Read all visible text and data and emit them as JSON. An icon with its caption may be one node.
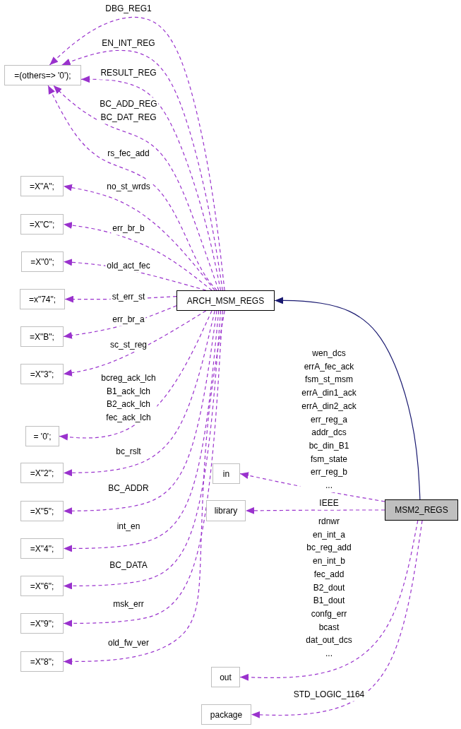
{
  "diagram": {
    "nodes": [
      {
        "text": [
          "=(others=> '0');"
        ]
      },
      {
        "text": [
          "=X\"A\";"
        ]
      },
      {
        "text": [
          "=X\"C\";"
        ]
      },
      {
        "text": [
          "=X\"0\";"
        ]
      },
      {
        "text": [
          "=x\"74\";"
        ]
      },
      {
        "text": [
          "=X\"B\";"
        ]
      },
      {
        "text": [
          "=X\"3\";"
        ]
      },
      {
        "text": [
          "= '0';"
        ]
      },
      {
        "text": [
          "=X\"2\";"
        ]
      },
      {
        "text": [
          "=X\"5\";"
        ]
      },
      {
        "text": [
          "=X\"4\";"
        ]
      },
      {
        "text": [
          "=X\"6\";"
        ]
      },
      {
        "text": [
          "=X\"9\";"
        ]
      },
      {
        "text": [
          "=X\"8\";"
        ]
      },
      {
        "text": [
          "ARCH_MSM_REGS"
        ]
      },
      {
        "text": [
          "in"
        ]
      },
      {
        "text": [
          "library"
        ]
      },
      {
        "text": [
          "MSM2_REGS"
        ]
      },
      {
        "text": [
          "out"
        ]
      },
      {
        "text": [
          "package"
        ]
      }
    ],
    "edges": [
      {
        "from": 14,
        "to": 0,
        "arrow": "to",
        "label": "DBG_REG1",
        "style": "dashed"
      },
      {
        "from": 14,
        "to": 0,
        "arrow": "to",
        "label": "EN_INT_REG",
        "style": "dashed"
      },
      {
        "from": 14,
        "to": 0,
        "arrow": "to",
        "label": "RESULT_REG",
        "style": "dashed"
      },
      {
        "from": 14,
        "to": 0,
        "arrow": "to",
        "label": "BC_ADD_REG BC_DAT_REG",
        "style": "dashed"
      },
      {
        "from": 14,
        "to": 0,
        "arrow": "to",
        "label": "rs_fec_add",
        "style": "dashed"
      },
      {
        "from": 14,
        "to": 1,
        "arrow": "to",
        "label": "no_st_wrds",
        "style": "dashed"
      },
      {
        "from": 14,
        "to": 2,
        "arrow": "to",
        "label": "err_br_b",
        "style": "dashed"
      },
      {
        "from": 14,
        "to": 3,
        "arrow": "to",
        "label": "old_act_fec",
        "style": "dashed"
      },
      {
        "from": 14,
        "to": 4,
        "arrow": "to",
        "label": "st_err_st",
        "style": "dashed"
      },
      {
        "from": 14,
        "to": 5,
        "arrow": "to",
        "label": "err_br_a",
        "style": "dashed"
      },
      {
        "from": 14,
        "to": 6,
        "arrow": "to",
        "label": "sc_st_reg",
        "style": "dashed"
      },
      {
        "from": 14,
        "to": 7,
        "arrow": "to",
        "label": "bcreg_ack_lch B1_ack_lch B2_ack_lch fec_ack_lch",
        "style": "dashed"
      },
      {
        "from": 14,
        "to": 8,
        "arrow": "to",
        "label": "bc_rslt",
        "style": "dashed"
      },
      {
        "from": 14,
        "to": 9,
        "arrow": "to",
        "label": "BC_ADDR",
        "style": "dashed"
      },
      {
        "from": 14,
        "to": 10,
        "arrow": "to",
        "label": "int_en",
        "style": "dashed"
      },
      {
        "from": 14,
        "to": 11,
        "arrow": "to",
        "label": "BC_DATA",
        "style": "dashed"
      },
      {
        "from": 14,
        "to": 12,
        "arrow": "to",
        "label": "msk_err",
        "style": "dashed"
      },
      {
        "from": 14,
        "to": 13,
        "arrow": "to",
        "label": "old_fw_ver",
        "style": "dashed"
      },
      {
        "from": 17,
        "to": 14,
        "arrow": "to",
        "color": "#191970"
      },
      {
        "from": 17,
        "to": 15,
        "arrow": "to",
        "label": "wen_dcs errA_fec_ack fsm_st_msm errA_din1_ack errA_din2_ack err_reg_a addr_dcs bc_din_B1 fsm_state err_reg_b ...",
        "style": "dashed"
      },
      {
        "from": 17,
        "to": 16,
        "arrow": "to",
        "label": "IEEE",
        "style": "dashed"
      },
      {
        "from": 17,
        "to": 18,
        "arrow": "to",
        "label": "rdnwr en_int_a bc_reg_add en_int_b fec_add B2_dout B1_dout confg_err bcast dat_out_dcs ...",
        "style": "dashed"
      },
      {
        "from": 17,
        "to": 19,
        "arrow": "to",
        "label": "STD_LOGIC_1164",
        "style": "dashed"
      }
    ]
  }
}
